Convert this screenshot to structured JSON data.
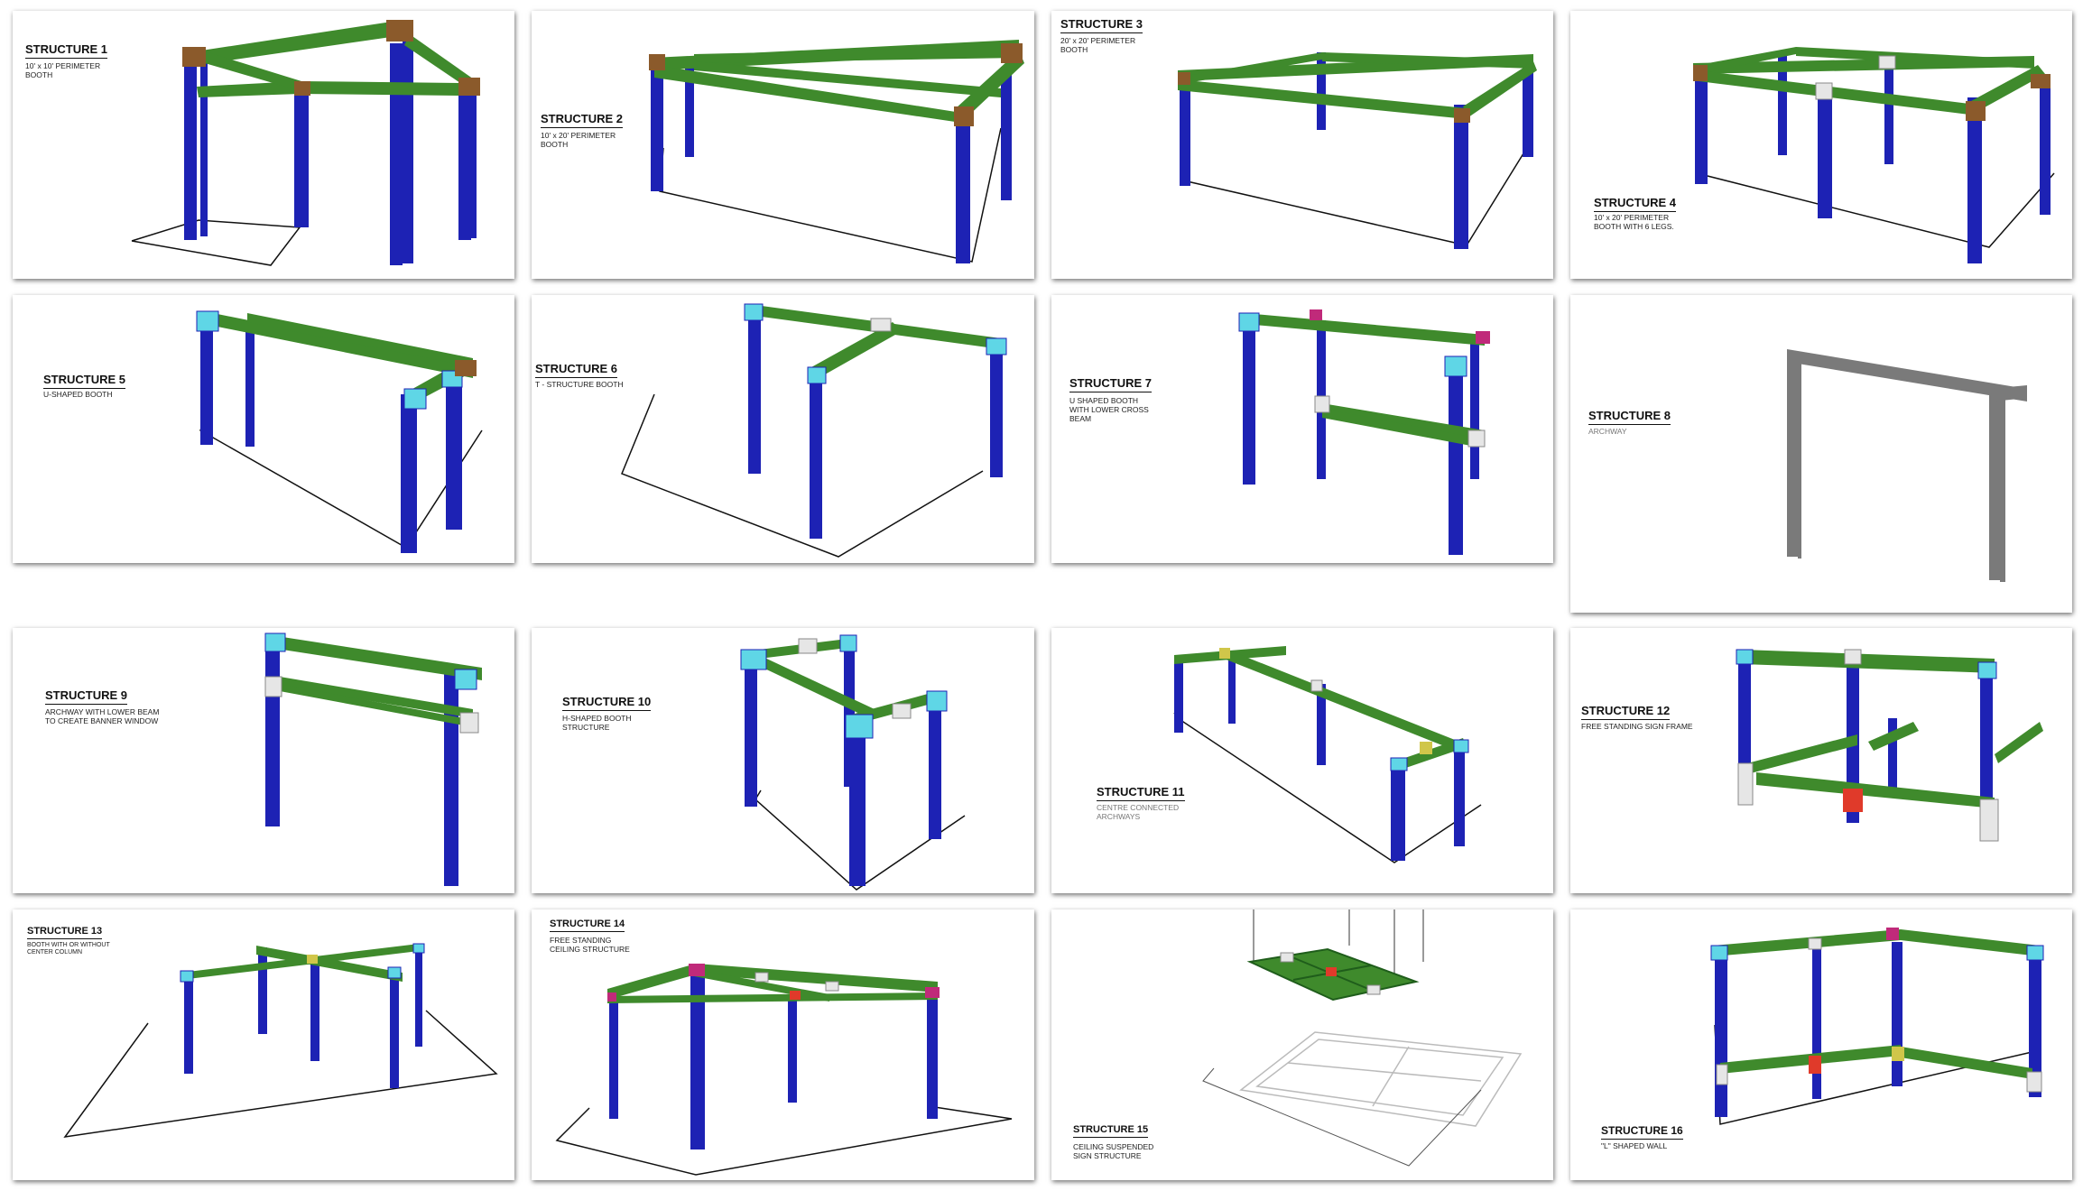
{
  "structures": [
    {
      "title": "STRUCTURE 1",
      "desc": "10' x 10' PERIMETER\nBOOTH"
    },
    {
      "title": "STRUCTURE 2",
      "desc": "10' x 20' PERIMETER\nBOOTH"
    },
    {
      "title": "STRUCTURE 3",
      "desc": "20' x 20' PERIMETER\nBOOTH"
    },
    {
      "title": "STRUCTURE 4",
      "desc": "10' x 20' PERIMETER\nBOOTH WITH 6 LEGS."
    },
    {
      "title": "STRUCTURE 5",
      "desc": "U-SHAPED BOOTH"
    },
    {
      "title": "STRUCTURE 6",
      "desc": "T - STRUCTURE BOOTH"
    },
    {
      "title": "STRUCTURE 7",
      "desc": "U SHAPED BOOTH\nWITH LOWER CROSS\nBEAM"
    },
    {
      "title": "STRUCTURE 8",
      "desc": "ARCHWAY"
    },
    {
      "title": "STRUCTURE 9",
      "desc": "ARCHWAY WITH LOWER BEAM\nTO CREATE BANNER WINDOW"
    },
    {
      "title": "STRUCTURE 10",
      "desc": "H-SHAPED BOOTH\nSTRUCTURE"
    },
    {
      "title": "STRUCTURE 11",
      "desc": "CENTRE CONNECTED\nARCHWAYS"
    },
    {
      "title": "STRUCTURE 12",
      "desc": "FREE STANDING SIGN FRAME"
    },
    {
      "title": "STRUCTURE 13",
      "desc": "BOOTH WITH OR WITHOUT\nCENTER COLUMN"
    },
    {
      "title": "STRUCTURE 14",
      "desc": "FREE STANDING\nCEILING STRUCTURE"
    },
    {
      "title": "STRUCTURE 15",
      "desc": "CEILING SUSPENDED\nSIGN STRUCTURE"
    },
    {
      "title": "STRUCTURE 16",
      "desc": "\"L\" SHAPED WALL"
    }
  ],
  "colors": {
    "leg": "#1d22b4",
    "beam": "#3f8a2c",
    "corner": "#8b5a2b",
    "cap": "#5fd6e6",
    "joint": "#e6e6e6",
    "gray": "#7a7a7a"
  }
}
